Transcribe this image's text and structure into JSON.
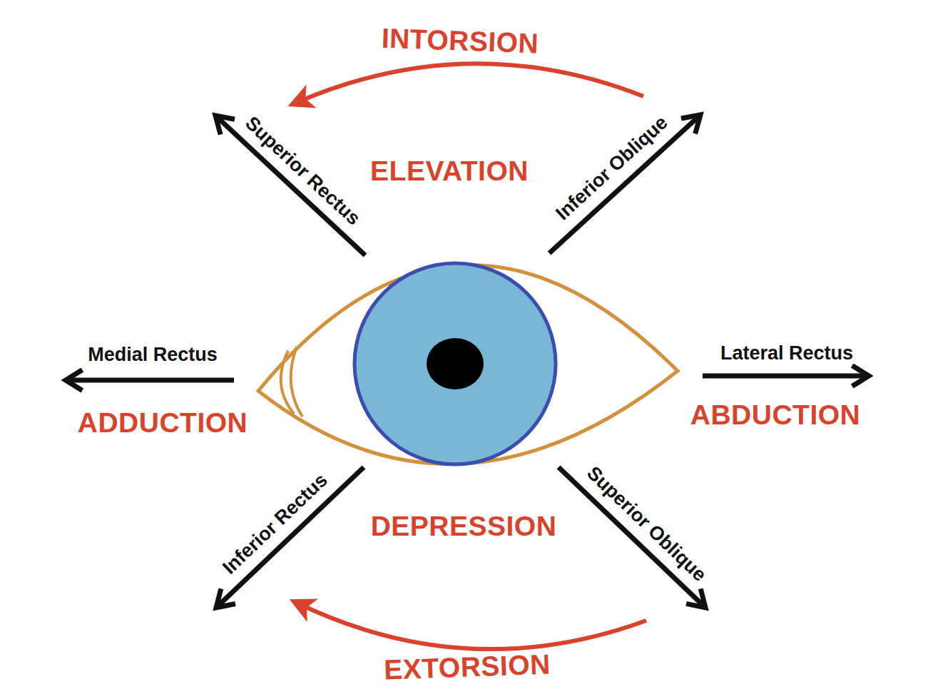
{
  "diagram": {
    "labels": [
      "INTORSION",
      "Superior Rectus",
      "Inferior Oblique",
      "ELEVATION",
      "Medial Rectus",
      "ADDUCTION",
      "Lateral Rectus",
      "ABDUCTION",
      "Inferior Rectus",
      "DEPRESSION",
      "Superior Oblique",
      "EXTORSION"
    ]
  }
}
